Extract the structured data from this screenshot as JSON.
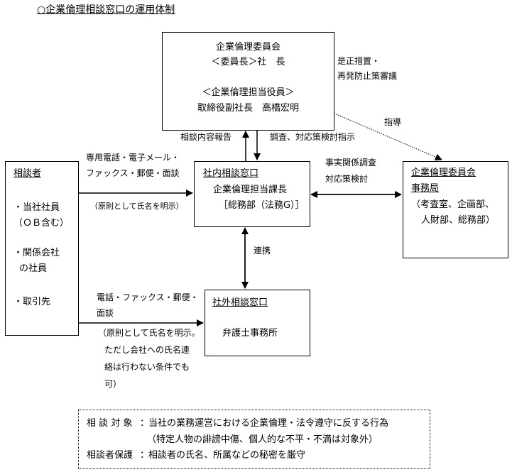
{
  "title": "○企業倫理相談窓口の運用体制",
  "committee": {
    "line1": "企業倫理委員会",
    "line2": "＜委員長＞社　長",
    "line3": "＜企業倫理担当役員＞",
    "line4": "取締役副社長　高橋宏明"
  },
  "committee_side_note": {
    "line1": "是正措置・",
    "line2": "再発防止策審議"
  },
  "guidance_label": "指導",
  "report_label": "相談内容報告",
  "instruction_label": "調査、対応策検討指示",
  "consultant": {
    "heading": "相談者",
    "items": [
      "・当社社員",
      "（ＯＢ含む）",
      "・関係会社",
      "の社員",
      "・取引先"
    ]
  },
  "internal_channel": {
    "line1": "専用電話・電子メール・",
    "line2": "ファックス・郵便・面談",
    "note": "（原則として氏名を明示）"
  },
  "internal_desk": {
    "heading": "社内相談窓口",
    "line1": "企業倫理担当課長",
    "line2": "［総務部（法務G）］"
  },
  "secretariat_link": {
    "line1": "事実関係調査",
    "line2": "対応策検討"
  },
  "secretariat": {
    "heading1": "企業倫理委員会",
    "heading2": "事務局",
    "line1": "（考査室、企画部、",
    "line2": "人財部、総務部）"
  },
  "cooperation_label": "連携",
  "external_channel": {
    "line1": "電話・ファックス・郵便・",
    "line2": "面談",
    "note": [
      "（原則として氏名を明示。",
      "ただし会社への氏名連",
      "絡は行わない条件でも",
      "可）"
    ]
  },
  "external_desk": {
    "heading": "社外相談窓口",
    "line1": "弁護士事務所"
  },
  "footnote": {
    "scope_label": "相 談 対 象",
    "scope_text": "当社の業務運営における企業倫理・法令遵守に反する行為",
    "scope_sub": "（特定人物の誹謗中傷、個人的な不平・不満は対象外）",
    "protection_label": "相談者保護",
    "protection_text": "相談者の氏名、所属などの秘密を厳守"
  }
}
